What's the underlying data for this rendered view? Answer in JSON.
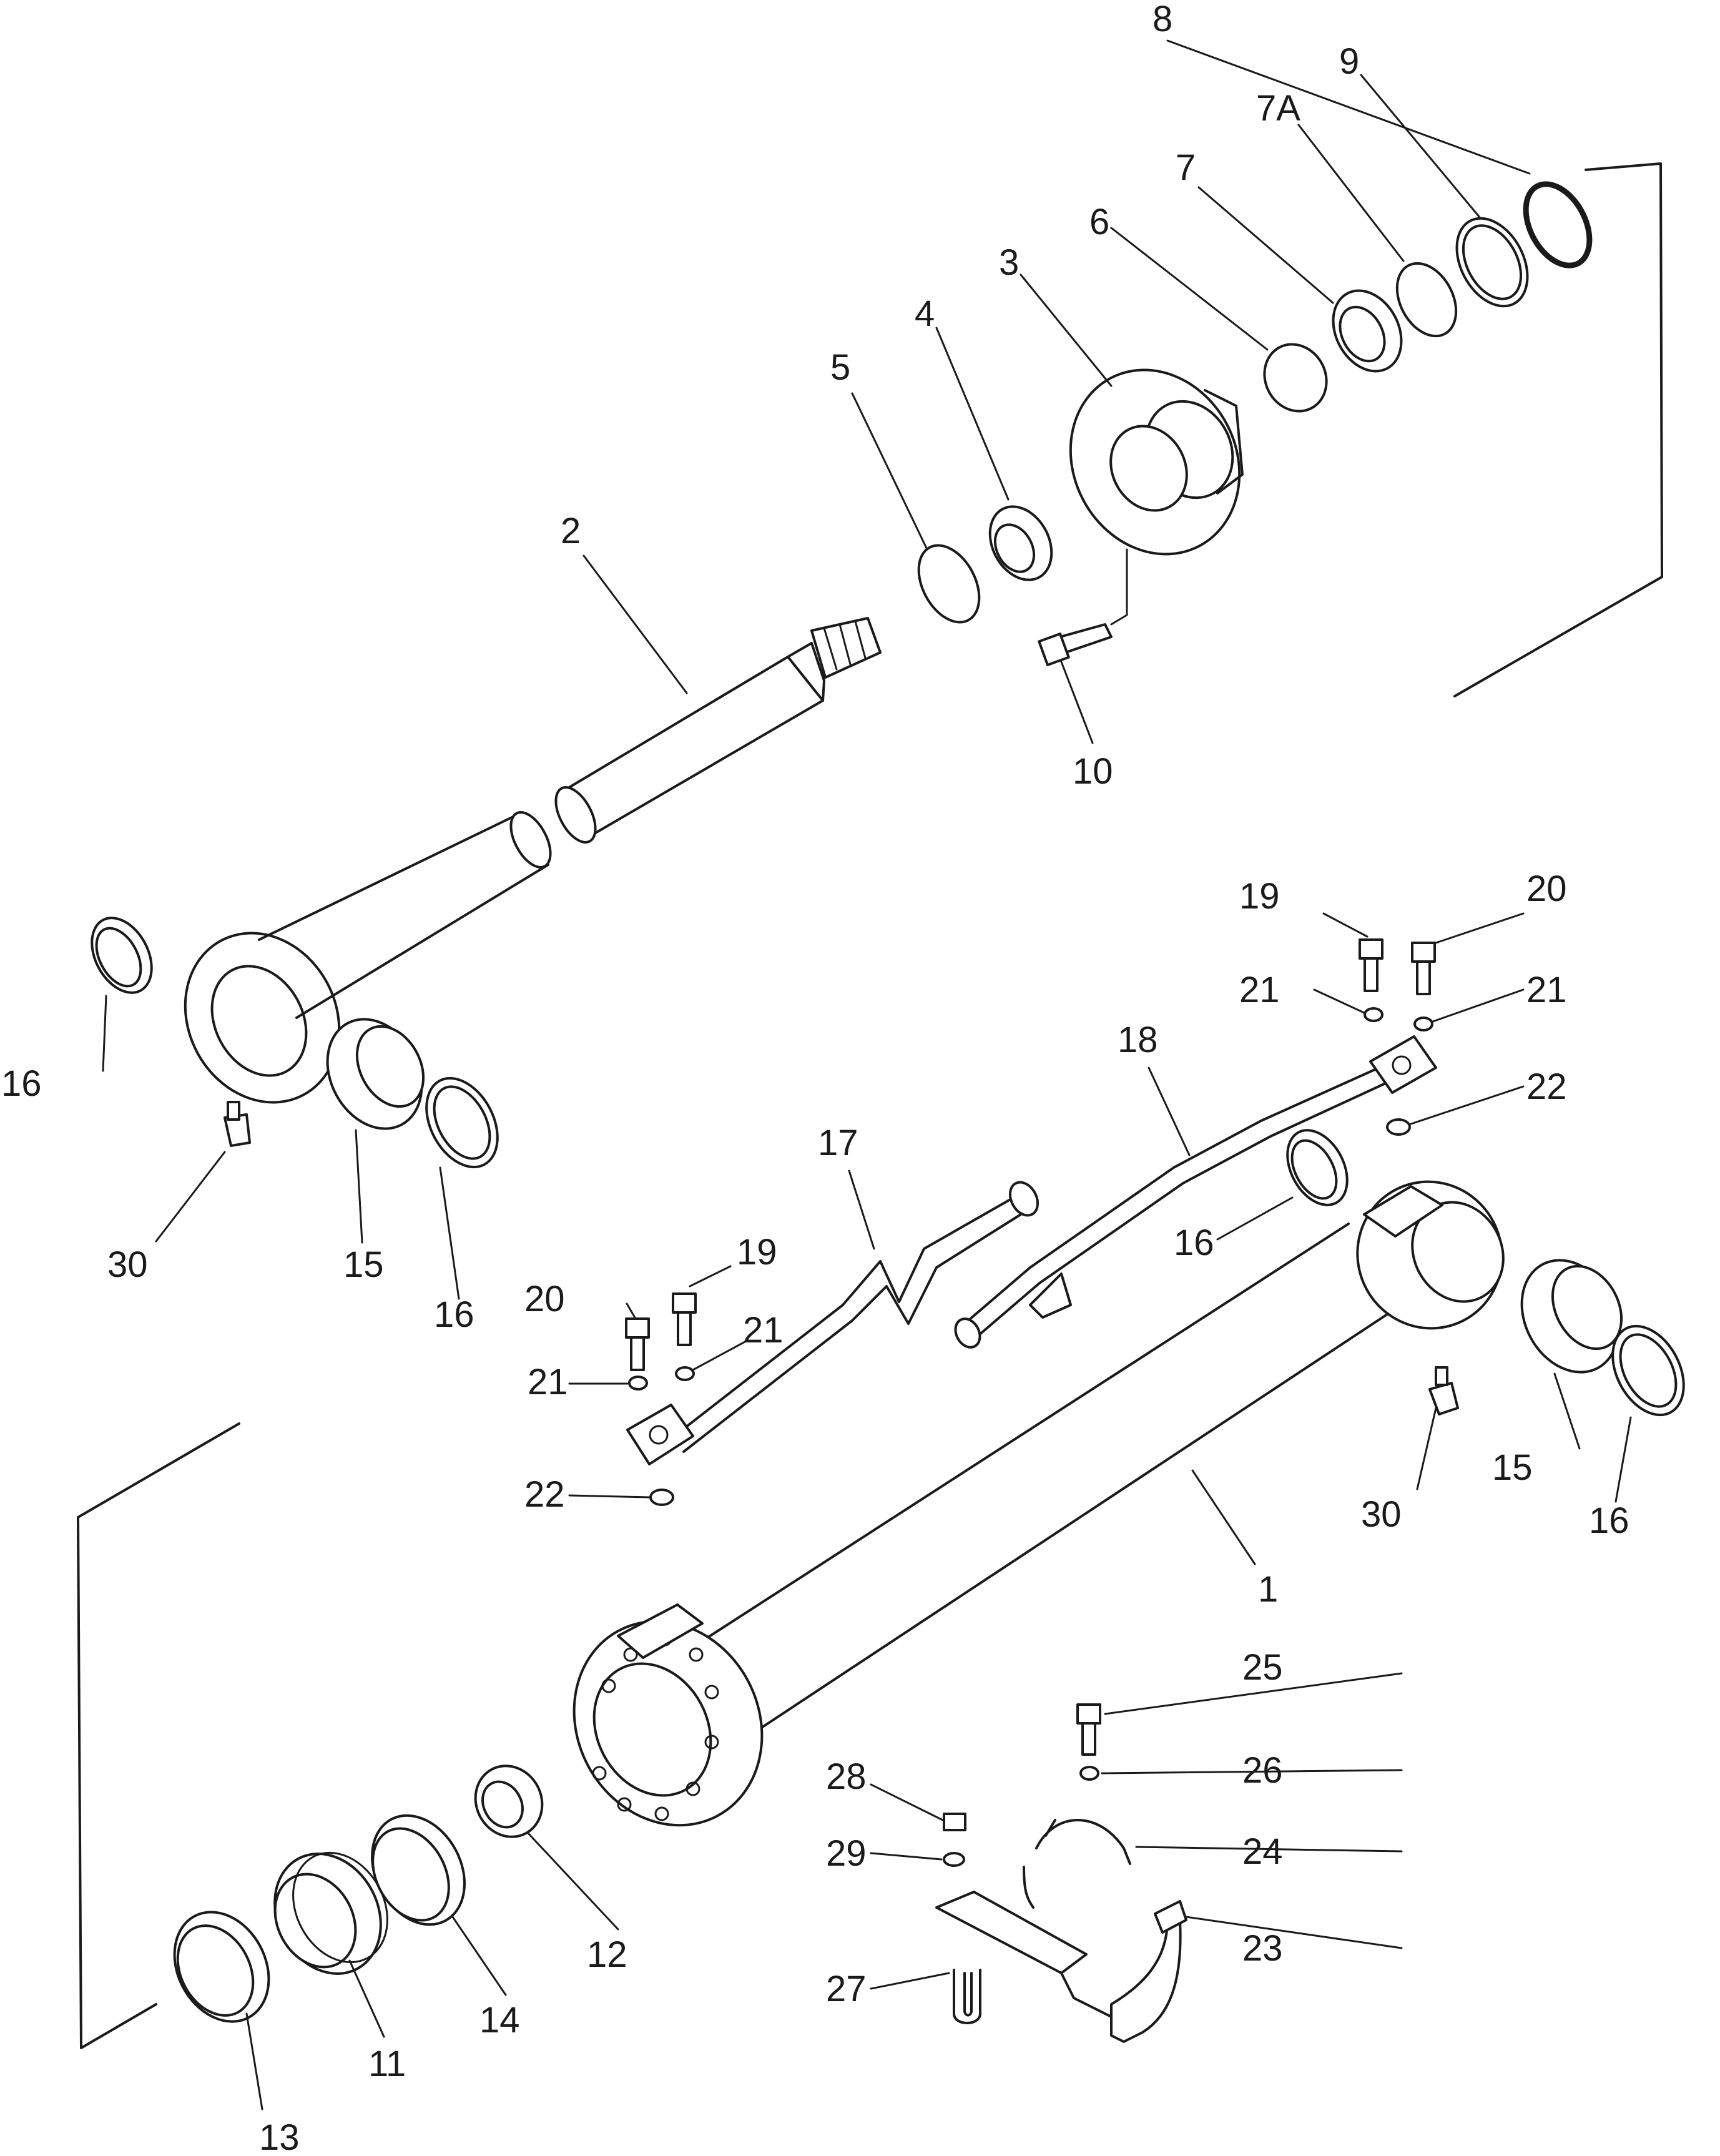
{
  "callouts": {
    "c8": "8",
    "c9": "9",
    "c7a": "7A",
    "c7": "7",
    "c6": "6",
    "c3": "3",
    "c4": "4",
    "c5": "5",
    "c2": "2",
    "c10": "10",
    "c19a": "19",
    "c20a": "20",
    "c21a": "21",
    "c21b": "21",
    "c18": "18",
    "c22a": "22",
    "c17": "17",
    "c16a": "16",
    "c16b": "16",
    "c16c": "16",
    "c16d": "16",
    "c15a": "15",
    "c15b": "15",
    "c30a": "30",
    "c30b": "30",
    "c19b": "19",
    "c20b": "20",
    "c21c": "21",
    "c21d": "21",
    "c22b": "22",
    "c1": "1",
    "c25": "25",
    "c26": "26",
    "c28": "28",
    "c29": "29",
    "c24": "24",
    "c23": "23",
    "c27": "27",
    "c12": "12",
    "c14": "14",
    "c11": "11",
    "c13": "13"
  }
}
